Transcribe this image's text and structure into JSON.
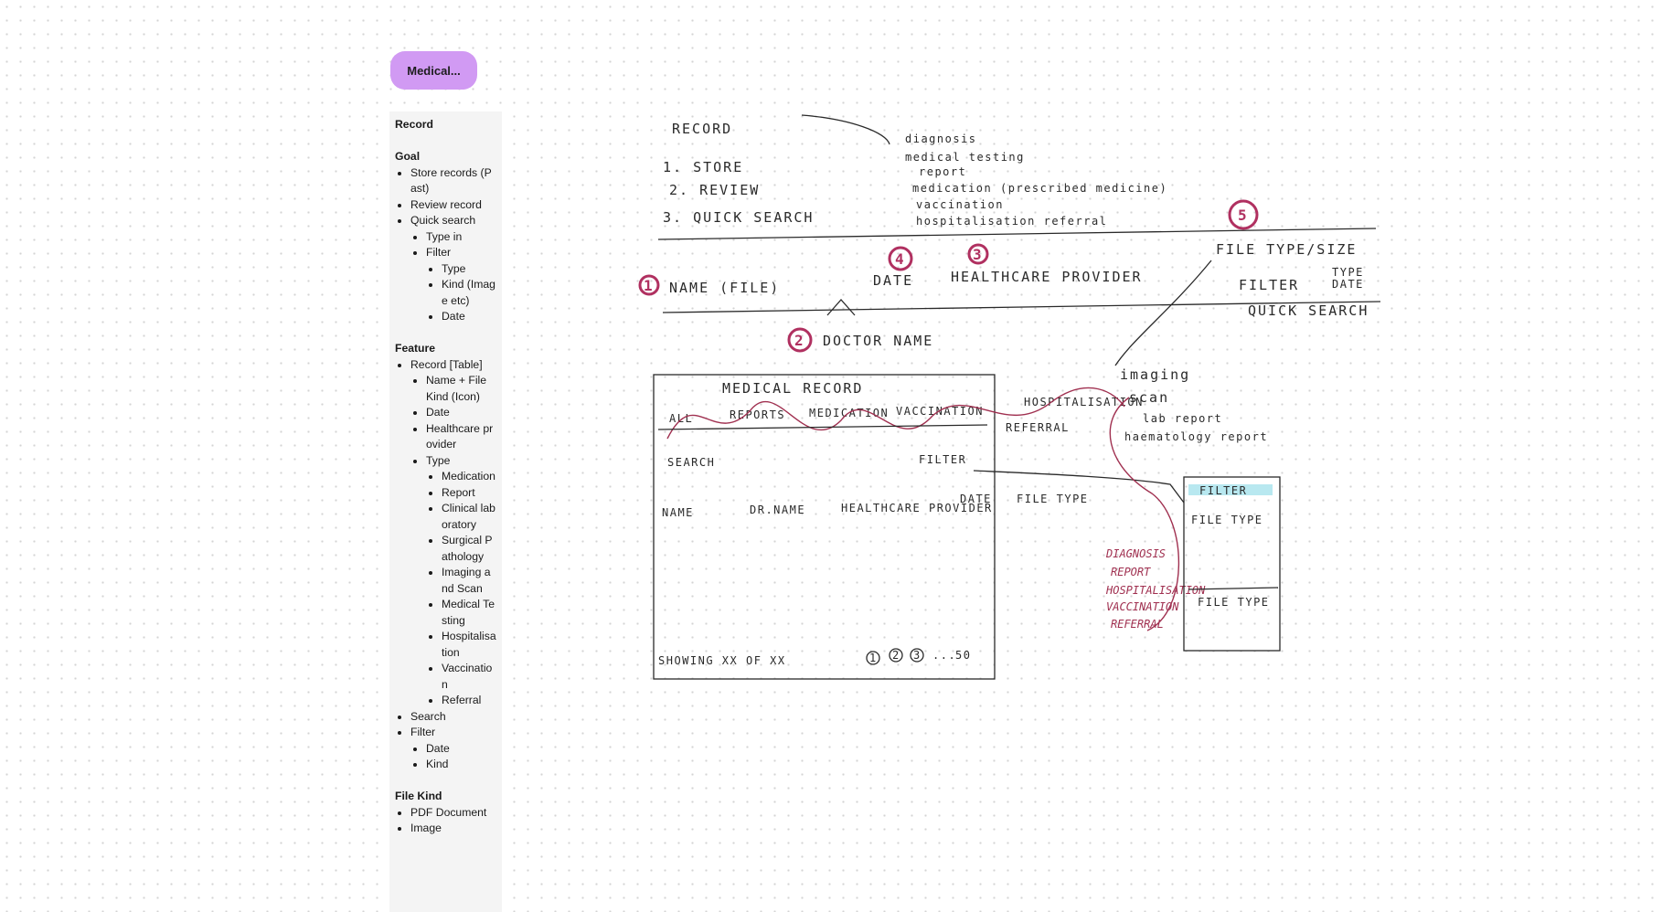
{
  "board": {
    "chip_label": "Medical..."
  },
  "notes": {
    "sections": [
      {
        "title": "Record",
        "items": []
      },
      {
        "title": "Goal",
        "items": [
          {
            "text": "Store records (Past)"
          },
          {
            "text": "Review record"
          },
          {
            "text": "Quick search",
            "children": [
              {
                "text": "Type in"
              },
              {
                "text": "Filter",
                "children": [
                  {
                    "text": "Type"
                  },
                  {
                    "text": "Kind (Image etc)"
                  },
                  {
                    "text": "Date"
                  }
                ]
              }
            ]
          }
        ]
      },
      {
        "title": "Feature",
        "items": [
          {
            "text": "Record [Table]",
            "children": [
              {
                "text": "Name + File Kind (Icon)"
              },
              {
                "text": "Date"
              },
              {
                "text": "Healthcare provider"
              },
              {
                "text": "Type",
                "children": [
                  {
                    "text": "Medication"
                  },
                  {
                    "text": "Report"
                  },
                  {
                    "text": "Clinical laboratory"
                  },
                  {
                    "text": "Surgical Pathology"
                  },
                  {
                    "text": "Imaging and Scan"
                  },
                  {
                    "text": "Medical Testing"
                  },
                  {
                    "text": "Hospitalisation"
                  },
                  {
                    "text": "Vaccination"
                  },
                  {
                    "text": "Referral"
                  }
                ]
              }
            ]
          },
          {
            "text": "Search"
          },
          {
            "text": "Filter",
            "children": [
              {
                "text": "Date"
              },
              {
                "text": "Kind"
              }
            ]
          }
        ]
      },
      {
        "title": "File Kind",
        "items": [
          {
            "text": "PDF Document"
          },
          {
            "text": "Image"
          }
        ]
      }
    ]
  },
  "sketch": {
    "record_title": "RECORD",
    "goals": [
      "1. STORE",
      "2. REVIEW",
      "3. QUICK SEARCH"
    ],
    "types": [
      "diagnosis",
      "medical testing",
      "report",
      "medication (prescribed medicine)",
      "vaccination",
      "hospitalisation referral"
    ],
    "markers": [
      "1",
      "2",
      "4",
      "3",
      "5"
    ],
    "columns_top": [
      "NAME (FILE)",
      "DATE",
      "HEALTHCARE PROVIDER",
      "FILE TYPE/SIZE"
    ],
    "doctor_name": "DOCTOR NAME",
    "filter_label": "FILTER",
    "filter_type": "TYPE",
    "filter_date": "DATE",
    "quick_search": "QUICK SEARCH",
    "imaging": "imaging",
    "scan": "scan",
    "lab_report": "lab report",
    "haematology_report": "haematology report",
    "mock_title": "MEDICAL RECORD",
    "tabs": [
      "ALL",
      "REPORTS",
      "MEDICATION",
      "VACCINATION",
      "HOSPITALISATION",
      "REFERRAL"
    ],
    "search": "SEARCH",
    "filter_btn": "FILTER",
    "table_headers": [
      "NAME",
      "DR.NAME",
      "HEALTHCARE PROVIDER",
      "DATE",
      "FILE TYPE"
    ],
    "showing": "SHOWING XX OF XX",
    "pages": [
      "1",
      "2",
      "3",
      "...",
      "50"
    ],
    "file_type_options": [
      "DIAGNOSIS",
      "REPORT",
      "HOSPITALISATION",
      "VACCINATION",
      "REFERRAL"
    ],
    "filter_panel_title": "FILTER",
    "filter_panel_sub1": "FILE TYPE",
    "filter_panel_sub2": "FILE TYPE"
  }
}
